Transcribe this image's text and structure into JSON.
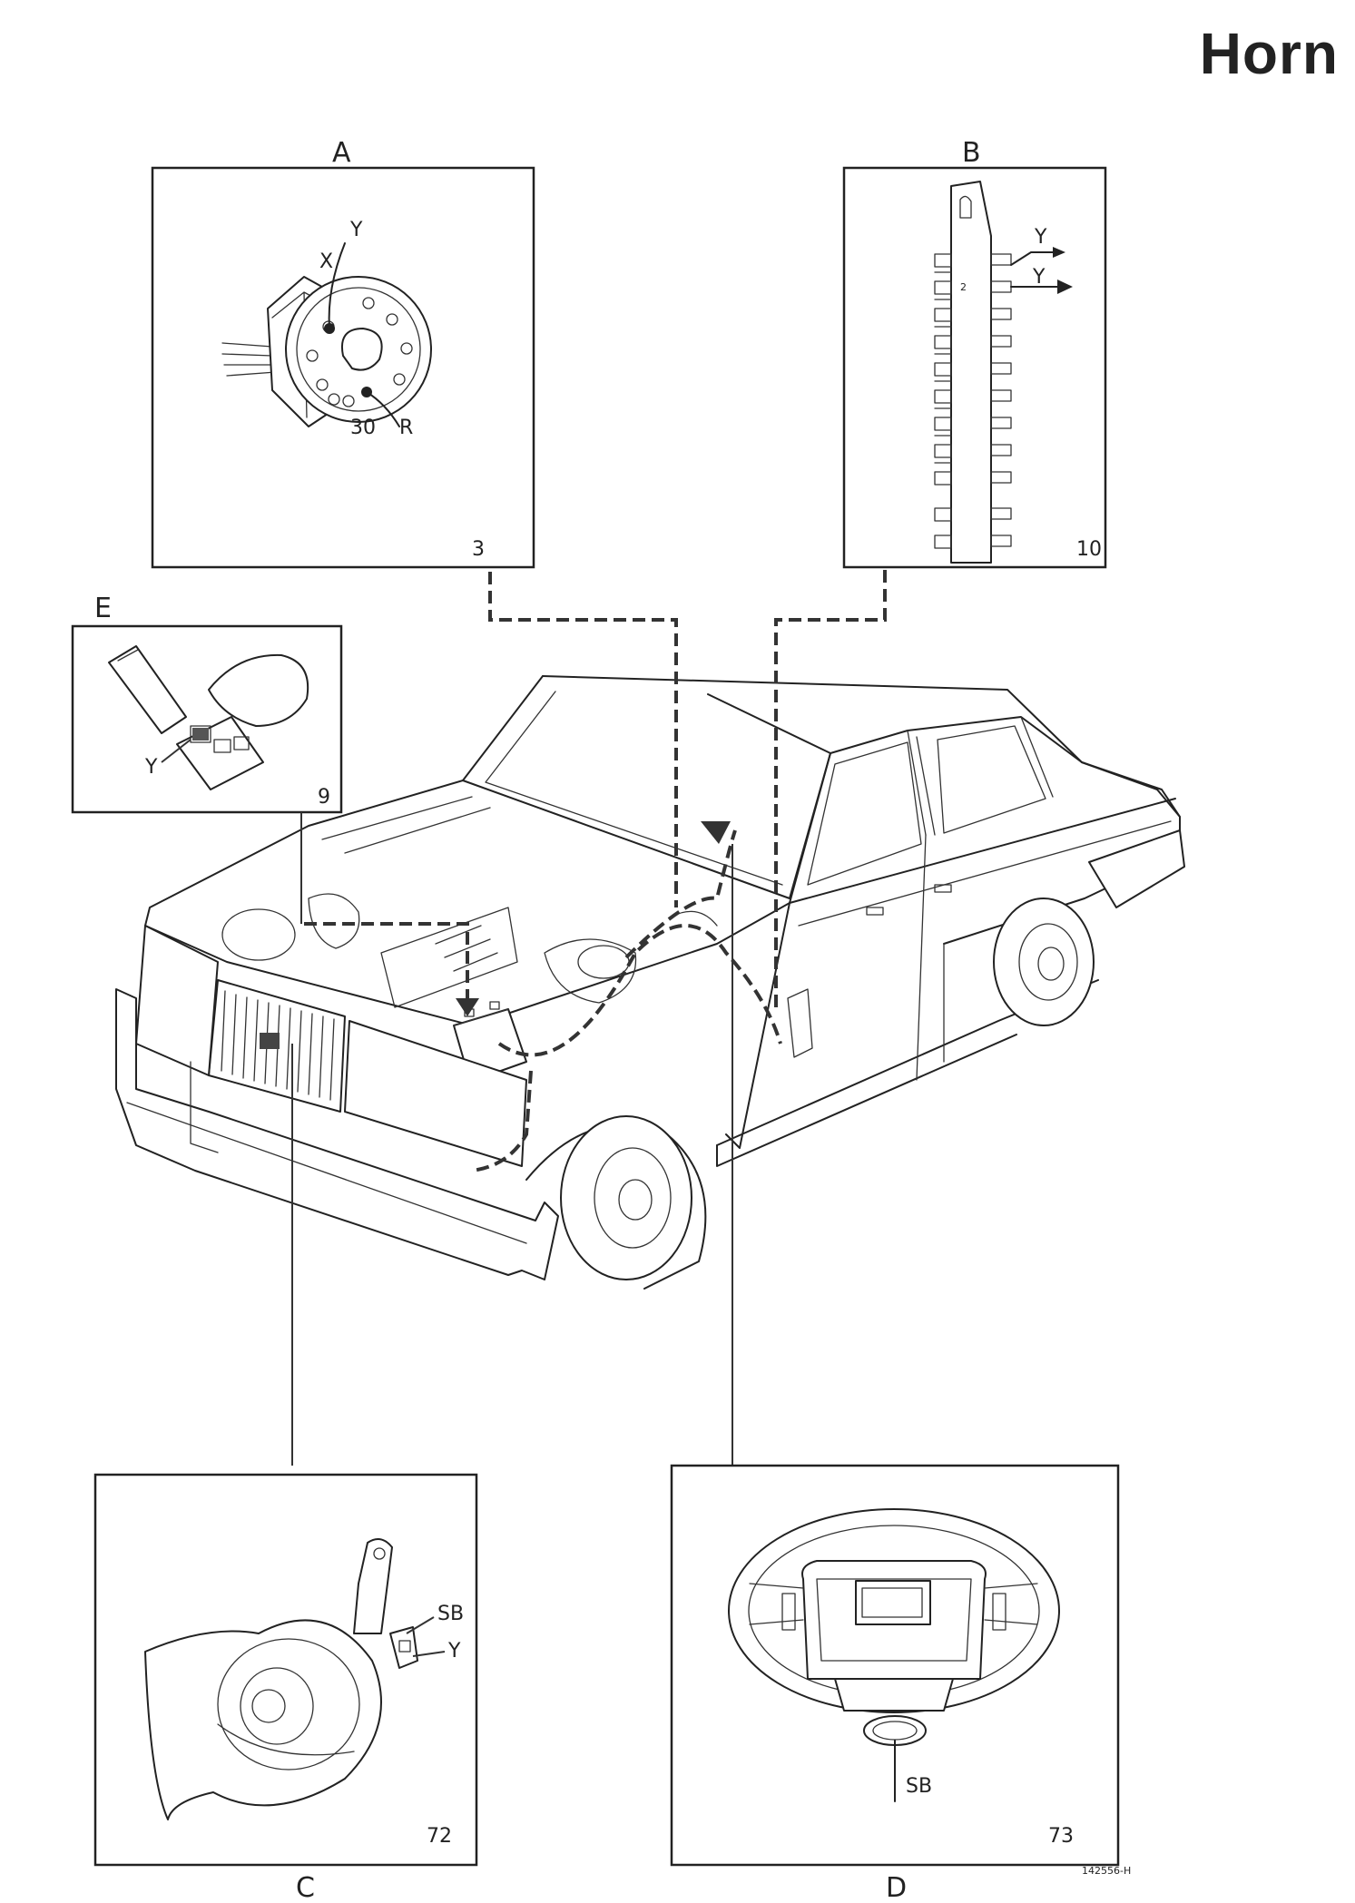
{
  "title": "Horn",
  "figure_code": "142556-H",
  "panels": {
    "A": {
      "label": "A",
      "number": "3",
      "wires": {
        "x": "X",
        "y": "Y",
        "terminal": "30",
        "r": "R"
      }
    },
    "B": {
      "label": "B",
      "number": "10",
      "wires": {
        "y_in": "Y",
        "y_out": "Y",
        "pin": "2"
      }
    },
    "C": {
      "label": "C",
      "number": "72",
      "wires": {
        "sb": "SB",
        "y": "Y"
      }
    },
    "D": {
      "label": "D",
      "number": "73",
      "wires": {
        "sb": "SB"
      }
    },
    "E": {
      "label": "E",
      "number": "9",
      "wires": {
        "y": "Y"
      }
    }
  },
  "colors": {
    "ink": "#222222",
    "background": "#ffffff"
  }
}
